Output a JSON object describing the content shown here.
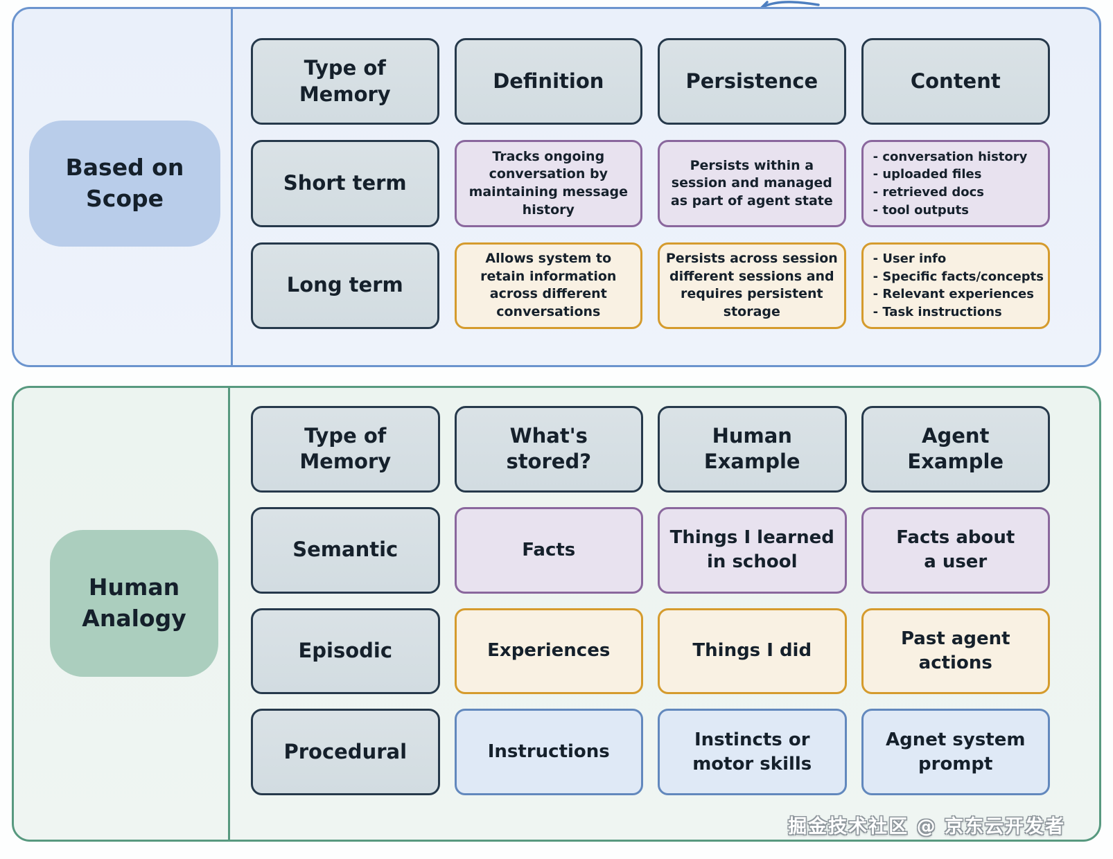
{
  "watermark": "掘金技术社区 @ 京东云开发者",
  "colors": {
    "top_panel_border": "#6b94ce",
    "top_panel_bg": "#edf2fb",
    "bottom_panel_border": "#57997f",
    "bottom_panel_bg": "#edf4f0",
    "scope_label_bg": "#b9cdea",
    "analogy_label_bg": "#abcebe",
    "header_cell_bg": "#d6dfe3",
    "header_cell_border": "#26394b",
    "purple_cell_bg": "#e8e2ef",
    "purple_cell_border": "#8a679d",
    "orange_cell_bg": "#f9f1e3",
    "orange_cell_border": "#d59b2d",
    "blue_cell_bg": "#dfe9f6",
    "blue_cell_border": "#6288bd",
    "text": "#15202b"
  },
  "scope_section": {
    "label": "Based on\nScope",
    "headers": [
      "Type of\nMemory",
      "Definition",
      "Persistence",
      "Content"
    ],
    "rows": [
      {
        "type": "Short term",
        "definition": "Tracks ongoing conversation by maintaining message history",
        "persistence": "Persists within a session and managed as part of agent state",
        "content": [
          "- conversation history",
          "- uploaded files",
          "- retrieved docs",
          "- tool outputs"
        ]
      },
      {
        "type": "Long term",
        "definition": "Allows system to retain information across different conversations",
        "persistence": "Persists across session different sessions and requires persistent storage",
        "content": [
          "- User info",
          "- Specific facts/concepts",
          "- Relevant experiences",
          "- Task instructions"
        ]
      }
    ]
  },
  "analogy_section": {
    "label": "Human\nAnalogy",
    "headers": [
      "Type of\nMemory",
      "What's\nstored?",
      "Human\nExample",
      "Agent\nExample"
    ],
    "rows": [
      {
        "type": "Semantic",
        "stored": "Facts",
        "human": "Things I learned\nin school",
        "agent": "Facts about\na user"
      },
      {
        "type": "Episodic",
        "stored": "Experiences",
        "human": "Things I did",
        "agent": "Past agent\nactions"
      },
      {
        "type": "Procedural",
        "stored": "Instructions",
        "human": "Instincts or\nmotor skills",
        "agent": "Agnet system\nprompt"
      }
    ]
  }
}
